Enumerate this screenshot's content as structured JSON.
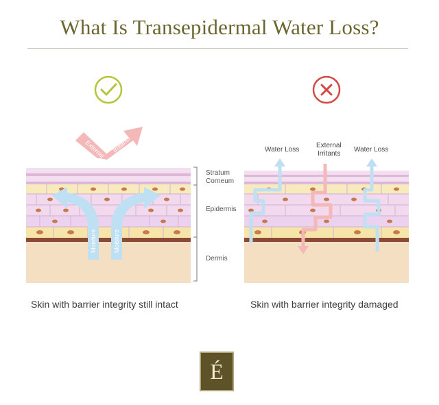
{
  "title": "What Is Transepidermal Water Loss?",
  "left_panel": {
    "status_icon": "check-icon",
    "arrow_label_1": "External",
    "arrow_label_2": "Irritants",
    "moisture_label": "Moisture",
    "caption": "Skin with barrier integrity still intact"
  },
  "right_panel": {
    "status_icon": "cross-icon",
    "water_loss_left": "Water Loss",
    "external_irritants_line1": "External",
    "external_irritants_line2": "Irritants",
    "water_loss_right": "Water Loss",
    "caption": "Skin with barrier integrity damaged"
  },
  "layers": {
    "stratum_line1": "Stratum",
    "stratum_line2": "Corneum",
    "epidermis": "Epidermis",
    "dermis": "Dermis"
  },
  "logo": "É",
  "colors": {
    "title": "#6b6530",
    "check": "#b6c43a",
    "cross": "#d24a44",
    "irritants_arrow": "#f5b8b8",
    "moisture_arrow": "#bfe0f3",
    "dermis": "#f4dfc2",
    "brand": "#5d5228"
  }
}
